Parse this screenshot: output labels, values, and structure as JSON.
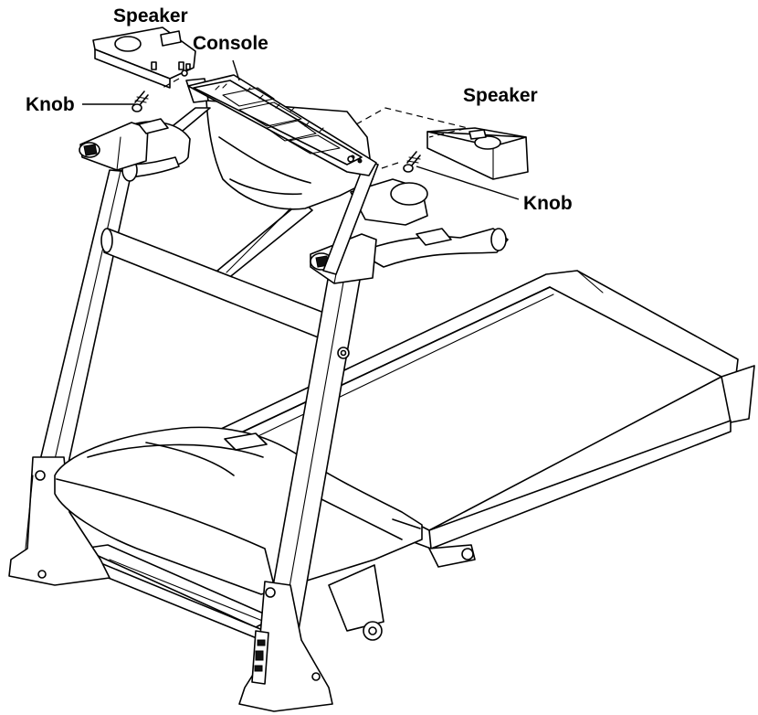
{
  "labels": {
    "speaker_left": "Speaker",
    "console": "Console",
    "knob_left": "Knob",
    "speaker_right": "Speaker",
    "knob_right": "Knob"
  },
  "colors": {
    "line": "#000000",
    "background": "#ffffff"
  }
}
